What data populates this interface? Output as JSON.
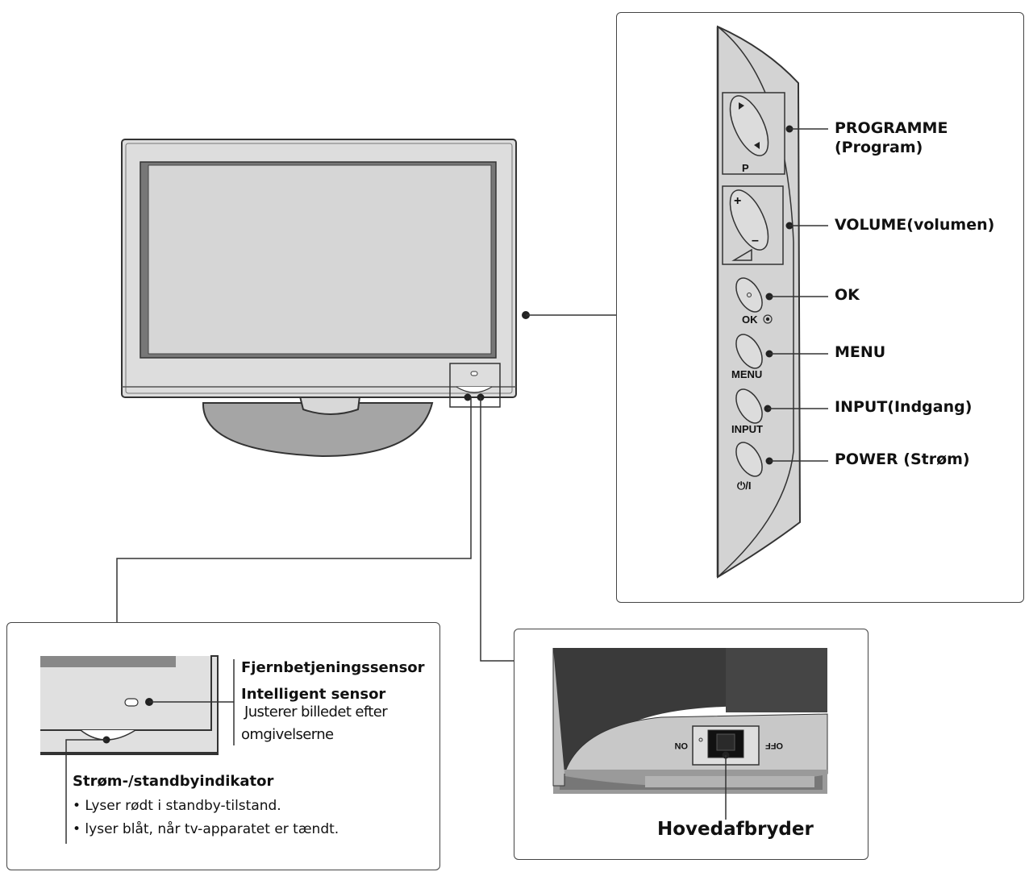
{
  "side_panel": {
    "programme_label": "PROGRAMME",
    "programme_sub": "(Program)",
    "volume_label": "VOLUME(volumen)",
    "ok_label": "OK",
    "menu_label": "MENU",
    "input_label": "INPUT(Indgang)",
    "power_label": "POWER (Strøm)",
    "button_p": "P",
    "button_ok": "OK",
    "button_menu": "MENU",
    "button_input": "INPUT",
    "button_power": "⏻/I",
    "plus_sign": "+",
    "minus_sign": "–"
  },
  "sensor_panel": {
    "remote_sensor": "Fjernbetjeningssensor",
    "intelligent_sensor": "Intelligent sensor",
    "adjusts_line1": "Justerer billedet efter",
    "adjusts_line2": "omgivelserne",
    "indicator_title": "Strøm-/standbyindikator",
    "bullet1": "• Lyser rødt i standby-tilstand.",
    "bullet2": "• lyser blåt, når tv-apparatet er tændt."
  },
  "switch_panel": {
    "label": "Hovedafbryder",
    "on_text": "ON",
    "off_text": "OFF"
  }
}
